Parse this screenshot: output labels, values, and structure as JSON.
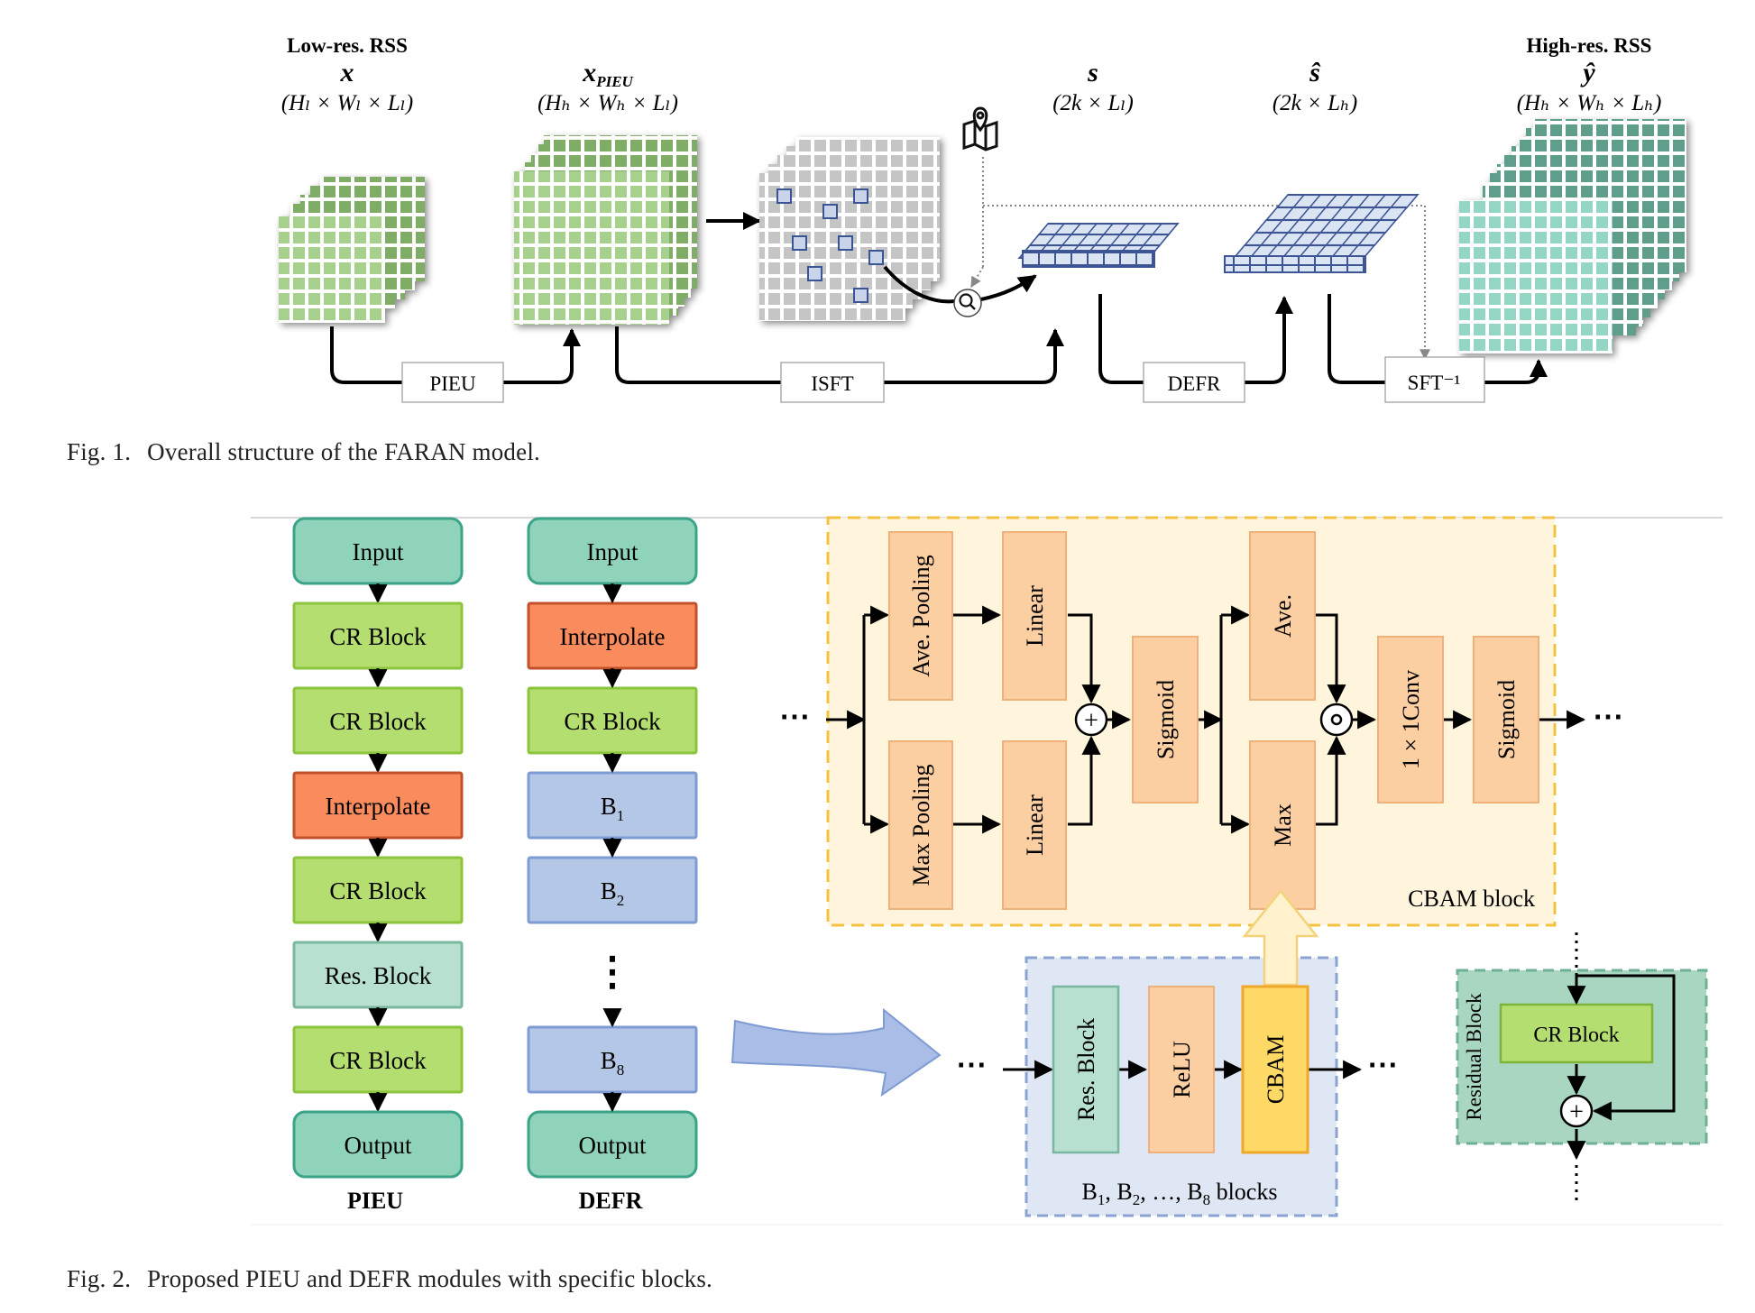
{
  "fig1": {
    "caption_num": "Fig. 1.",
    "caption_text": "Overall structure of the FARAN model.",
    "low": {
      "title": "Low-res. RSS",
      "var": "x",
      "dims": "(H",
      "dims_full": "(Hₗ × Wₗ × Lₗ)"
    },
    "pieu_out": {
      "var": "x",
      "sub": "PIEU",
      "dims_full": "(Hₕ × Wₕ × Lₗ)"
    },
    "s": {
      "var": "s",
      "dims_full": "(2k × Lₗ)"
    },
    "s_hat": {
      "var": "ŝ",
      "dims_full": "(2k × Lₕ)"
    },
    "high": {
      "title": "High-res. RSS",
      "var": "ŷ",
      "dims_full": "(Hₕ × Wₕ × Lₕ)"
    },
    "ops": [
      "PIEU",
      "ISFT",
      "DEFR",
      "SFT⁻¹"
    ],
    "icons": [
      "map-pin-icon",
      "magnifier-icon"
    ],
    "colors": {
      "low_cube": "#a8cf8a",
      "pieu_cube": "#a9d18e",
      "sparse_cube": "#bfbfbf",
      "token": "#d9e2f3",
      "high_cube": "#8fd3c1"
    }
  },
  "fig2": {
    "caption_num": "Fig. 2.",
    "caption_text": "Proposed PIEU and DEFR modules with specific blocks.",
    "pieu": {
      "title": "PIEU",
      "blocks": [
        "Input",
        "CR Block",
        "CR Block",
        "Interpolate",
        "CR Block",
        "Res. Block",
        "CR Block",
        "Output"
      ]
    },
    "defr": {
      "title": "DEFR",
      "blocks": [
        "Input",
        "Interpolate",
        "CR Block",
        "B",
        "B",
        "B",
        "Output"
      ],
      "subs": [
        "1",
        "2",
        "8"
      ],
      "ellipsis": "⋮"
    },
    "cbam": {
      "label": "CBAM block",
      "ave_pool": "Ave. Pooling",
      "max_pool": "Max Pooling",
      "linear": "Linear",
      "sigmoid": "Sigmoid",
      "ave": "Ave.",
      "max": "Max",
      "conv": "1 × 1Conv",
      "plus": "+",
      "odot": "⊙",
      "dots": "⋯"
    },
    "bblocks": {
      "label_parts": [
        "B",
        "1",
        ", B",
        "2",
        ", …, B",
        "8",
        " blocks"
      ],
      "items": [
        "Res. Block",
        "ReLU",
        "CBAM"
      ],
      "dots": "⋯"
    },
    "residual": {
      "label": "Residual Block",
      "inner": "CR Block",
      "plus": "+"
    },
    "colors": {
      "teal": "#8fd3bb",
      "green": "#b4de6f",
      "orange": "#f98b5d",
      "lightteal": "#b8e0d0",
      "blue": "#b4c7e7",
      "peach": "#fbcfa1",
      "cbam": "#ffd966",
      "cbam_bg": "#fef3db",
      "bblock_bg": "#dfe6f3",
      "res_bg": "#a9d6c1"
    }
  }
}
